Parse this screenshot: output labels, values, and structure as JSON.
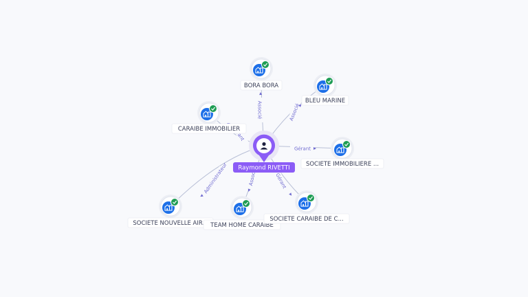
{
  "center": {
    "label": "Raymond RIVETTI",
    "icon": "person-icon",
    "color": "#8b5cf6"
  },
  "colors": {
    "company": "#1d6fe8",
    "check": "#1f9d55",
    "edge": "#b8bfd6",
    "edge_label": "#6f6ad0"
  },
  "nodes": [
    {
      "id": "bora",
      "label": "BORA BORA",
      "relation": "Associé",
      "icon": "building-icon"
    },
    {
      "id": "bleu",
      "label": "BLEU MARINE",
      "relation": "Associé",
      "icon": "building-icon"
    },
    {
      "id": "caraibe-immo",
      "label": "CARAIBE IMMOBILIER",
      "relation": "Gérant",
      "icon": "building-icon"
    },
    {
      "id": "sci",
      "label": "SOCIETE IMMOBILIERE ...",
      "relation": "Gérant",
      "icon": "building-icon"
    },
    {
      "id": "nouvelle",
      "label": "SOCIETE NOUVELLE AIR...",
      "relation": "Administrateur",
      "icon": "building-icon"
    },
    {
      "id": "team",
      "label": "TEAM HOME CARAIBE",
      "relation": "Associé",
      "icon": "building-icon"
    },
    {
      "id": "scdc",
      "label": "SOCIETE CARAIBE DE C...",
      "relation": "Gérant",
      "icon": "building-icon"
    }
  ]
}
